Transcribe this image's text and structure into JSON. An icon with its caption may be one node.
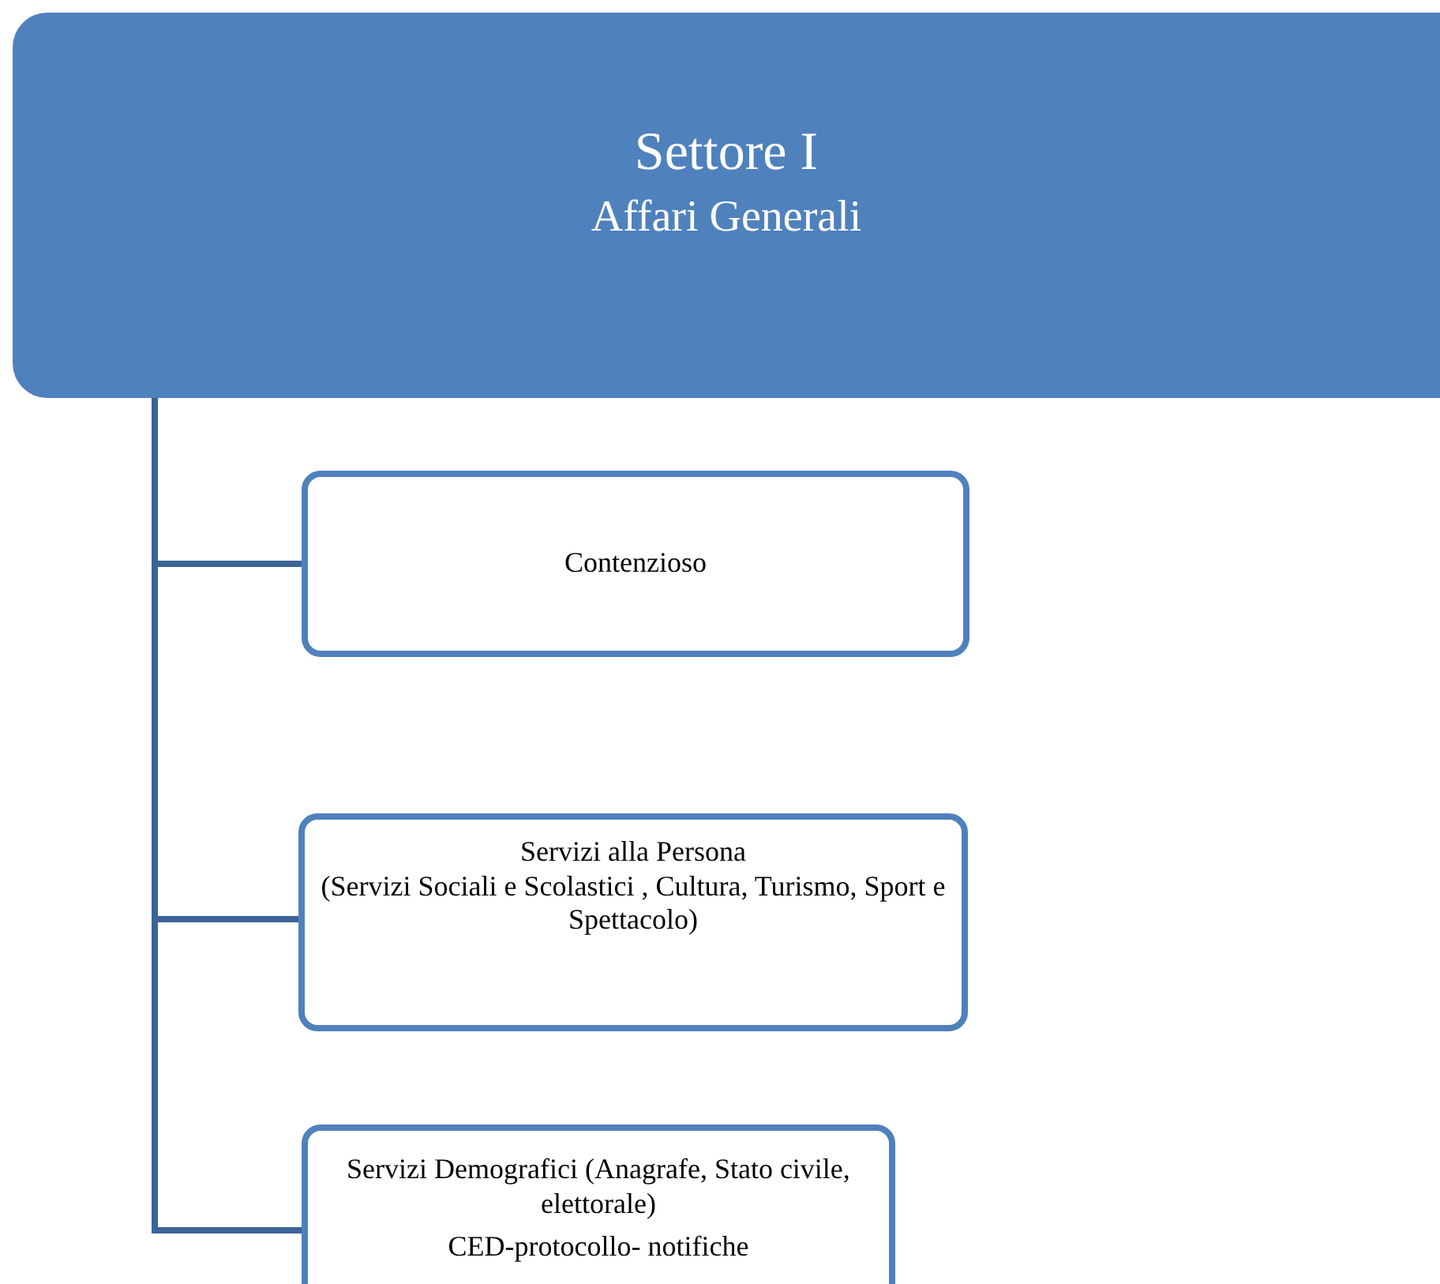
{
  "diagram": {
    "nodes": [
      {
        "text": [
          "Settore I",
          "Affari Generali"
        ]
      },
      {
        "text": [
          "Contenzioso"
        ]
      },
      {
        "text": [
          "Servizi alla Persona",
          "(Servizi Sociali e Scolastici , Cultura, Turismo, Sport e Spettacolo)"
        ]
      },
      {
        "text": [
          "Servizi Demografici (Anagrafe, Stato civile, elettorale)",
          "CED-protocollo- notifiche"
        ]
      }
    ],
    "edges": [
      {
        "from": 0,
        "to": 1,
        "arrow": "none"
      },
      {
        "from": 0,
        "to": 2,
        "arrow": "none"
      },
      {
        "from": 0,
        "to": 3,
        "arrow": "none"
      }
    ]
  }
}
